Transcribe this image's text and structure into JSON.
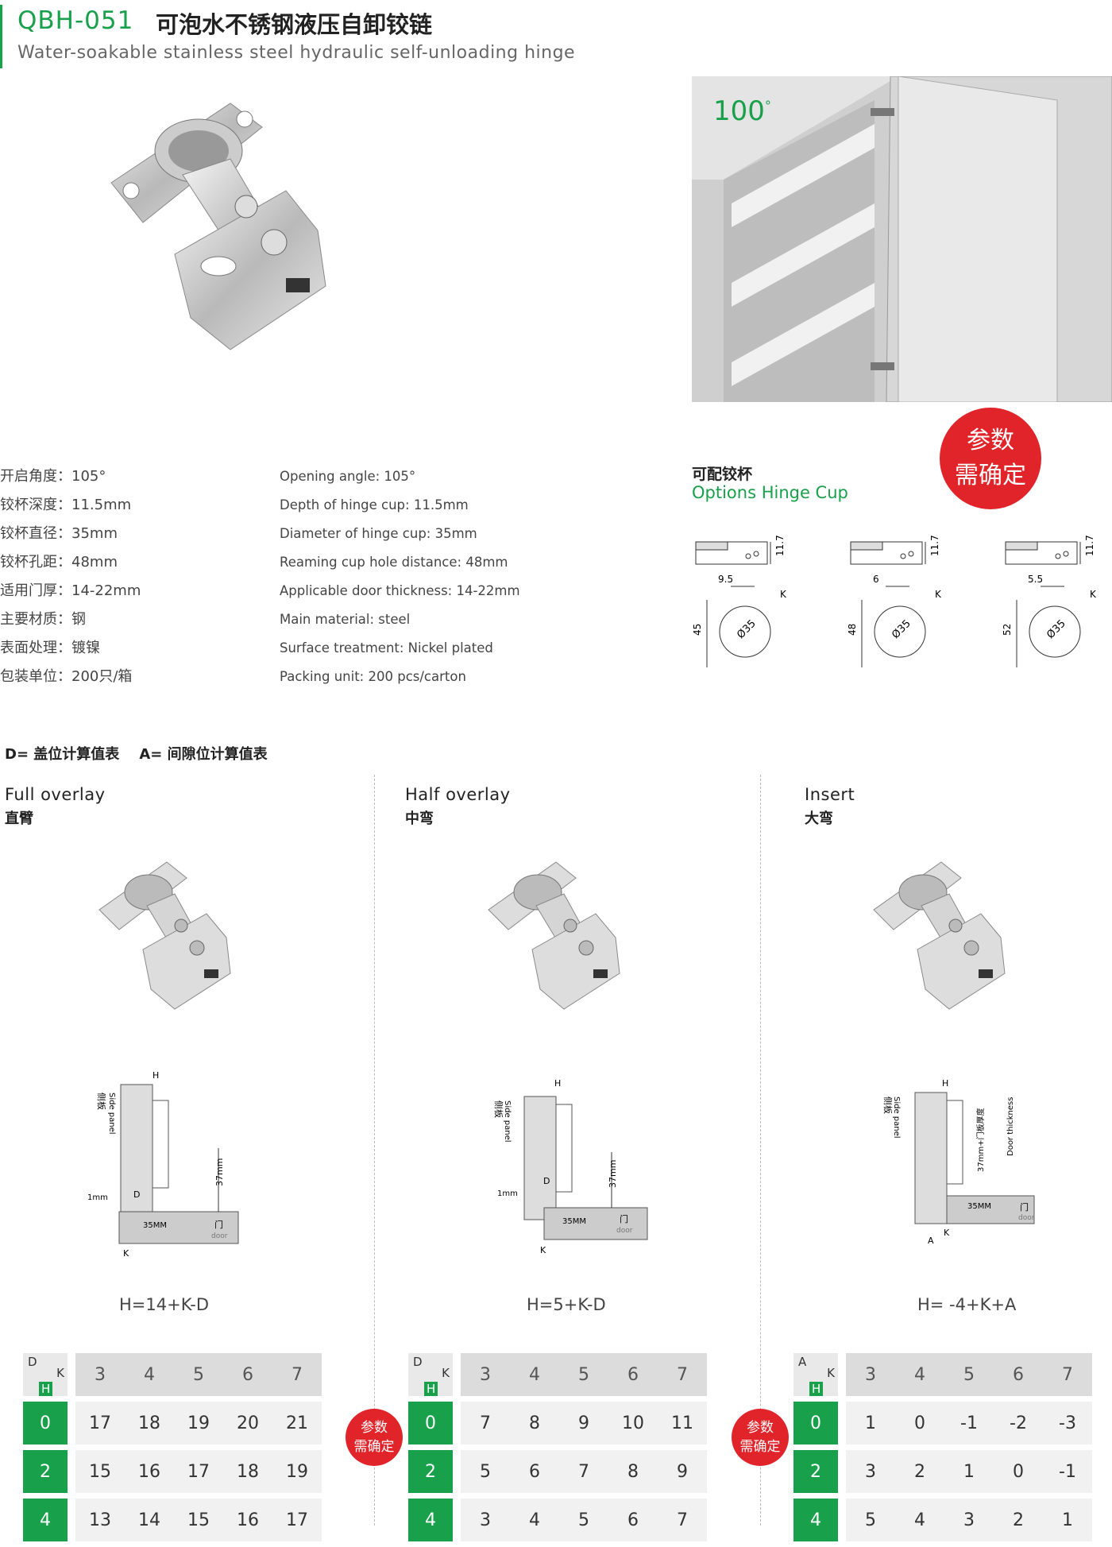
{
  "header": {
    "code": "QBH-051",
    "title_cn": "可泡水不锈钢液压自卸铰链",
    "title_en": "Water-soakable stainless steel hydraulic self-unloading hinge"
  },
  "cabinet": {
    "angle": "100",
    "angle_unit": "°"
  },
  "specs_cn": [
    "开启角度：105°",
    "铰杯深度：11.5mm",
    "铰杯直径：35mm",
    "铰杯孔距：48mm",
    "适用门厚：14-22mm",
    "主要材质：钢",
    "表面处理：镀镍",
    "包装单位：200只/箱"
  ],
  "specs_en": [
    "Opening angle: 105°",
    "Depth of hinge cup: 11.5mm",
    "Diameter of hinge cup: 35mm",
    "Reaming cup hole distance: 48mm",
    "Applicable door thickness: 14-22mm",
    "Main material: steel",
    "Surface treatment: Nickel plated",
    "Packing unit: 200 pcs/carton"
  ],
  "options": {
    "title_cn": "可配铰杯",
    "title_en": "Options Hinge Cup",
    "badge_line1": "参数",
    "badge_line2": "需确定"
  },
  "cups": [
    {
      "depth": "11.7",
      "offset": "9.5",
      "dist": "45",
      "dia": "Ø35",
      "k": "K"
    },
    {
      "depth": "11.7",
      "offset": "6",
      "dist": "48",
      "dia": "Ø35",
      "k": "K"
    },
    {
      "depth": "11.7",
      "offset": "5.5",
      "dist": "52",
      "dia": "Ø35",
      "k": "K"
    }
  ],
  "legend": "D= 盖位计算值表    A= 间隙位计算值表",
  "columns": [
    {
      "title": "Full overlay",
      "cn": "直臂",
      "formula": "H=14+K-D",
      "side_cn": "侧板",
      "side_en": "Side panel",
      "door_cn": "门",
      "door_en": "door",
      "d37": "37mm",
      "d35": "35MM",
      "d1": "1mm",
      "H": "H",
      "D": "D",
      "K": "K"
    },
    {
      "title": "Half overlay",
      "cn": "中弯",
      "formula": "H=5+K-D",
      "side_cn": "侧板",
      "side_en": "Side panel",
      "door_cn": "门",
      "door_en": "door",
      "d37": "37mm",
      "d35": "35MM",
      "d1": "1mm",
      "H": "H",
      "D": "D",
      "K": "K"
    },
    {
      "title": "Insert",
      "cn": "大弯",
      "formula": "H= -4+K+A",
      "side_cn": "侧板",
      "side_en": "Side panel",
      "door_cn": "门",
      "door_en": "door",
      "d37": "37mm+门板厚度",
      "d35": "35MM",
      "thick": "Door thickness",
      "A": "A",
      "H": "H",
      "K": "K"
    }
  ],
  "tables": [
    {
      "corner_top": "D",
      "corner_k": "K",
      "corner_h": "H",
      "k": [
        "3",
        "4",
        "5",
        "6",
        "7"
      ],
      "rows": [
        {
          "h": "0",
          "v": [
            "17",
            "18",
            "19",
            "20",
            "21"
          ]
        },
        {
          "h": "2",
          "v": [
            "15",
            "16",
            "17",
            "18",
            "19"
          ]
        },
        {
          "h": "4",
          "v": [
            "13",
            "14",
            "15",
            "16",
            "17"
          ]
        }
      ]
    },
    {
      "corner_top": "D",
      "corner_k": "K",
      "corner_h": "H",
      "k": [
        "3",
        "4",
        "5",
        "6",
        "7"
      ],
      "rows": [
        {
          "h": "0",
          "v": [
            "7",
            "8",
            "9",
            "10",
            "11"
          ]
        },
        {
          "h": "2",
          "v": [
            "5",
            "6",
            "7",
            "8",
            "9"
          ]
        },
        {
          "h": "4",
          "v": [
            "3",
            "4",
            "5",
            "6",
            "7"
          ]
        }
      ]
    },
    {
      "corner_top": "A",
      "corner_k": "K",
      "corner_h": "H",
      "k": [
        "3",
        "4",
        "5",
        "6",
        "7"
      ],
      "rows": [
        {
          "h": "0",
          "v": [
            "1",
            "0",
            "-1",
            "-2",
            "-3"
          ]
        },
        {
          "h": "2",
          "v": [
            "3",
            "2",
            "1",
            "0",
            "-1"
          ]
        },
        {
          "h": "4",
          "v": [
            "5",
            "4",
            "3",
            "2",
            "1"
          ]
        }
      ]
    }
  ],
  "badge_small": {
    "line1": "参数",
    "line2": "需确定"
  }
}
